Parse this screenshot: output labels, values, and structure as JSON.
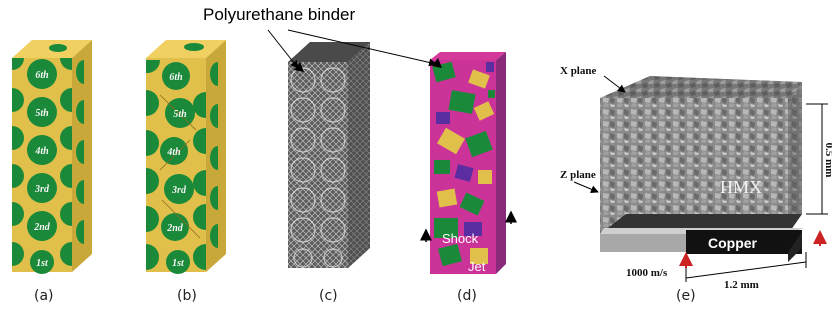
{
  "callout": {
    "text": "Polyurethane binder"
  },
  "panels": [
    {
      "label": "(a)"
    },
    {
      "label": "(b)"
    },
    {
      "label": "(c)"
    },
    {
      "label": "(d)"
    },
    {
      "label": "(e)"
    }
  ],
  "ordinals": [
    "6th",
    "5th",
    "4th",
    "3rd",
    "2nd",
    "1st"
  ],
  "panel_d": {
    "shock": "Shock",
    "jet": "Jet"
  },
  "panel_e": {
    "x_plane": "X plane",
    "z_plane": "Z plane",
    "hmx": "HMX",
    "copper": "Copper",
    "velocity": "1000 m/s",
    "width": "1.2 mm",
    "height": "0.5 mm"
  },
  "colors": {
    "grain": "#1a8a3a",
    "binder": "#e0c04a",
    "mesh": "#777777",
    "magenta": "#cc3399",
    "copper_block": "#111111",
    "arrow_red": "#cc2222"
  }
}
